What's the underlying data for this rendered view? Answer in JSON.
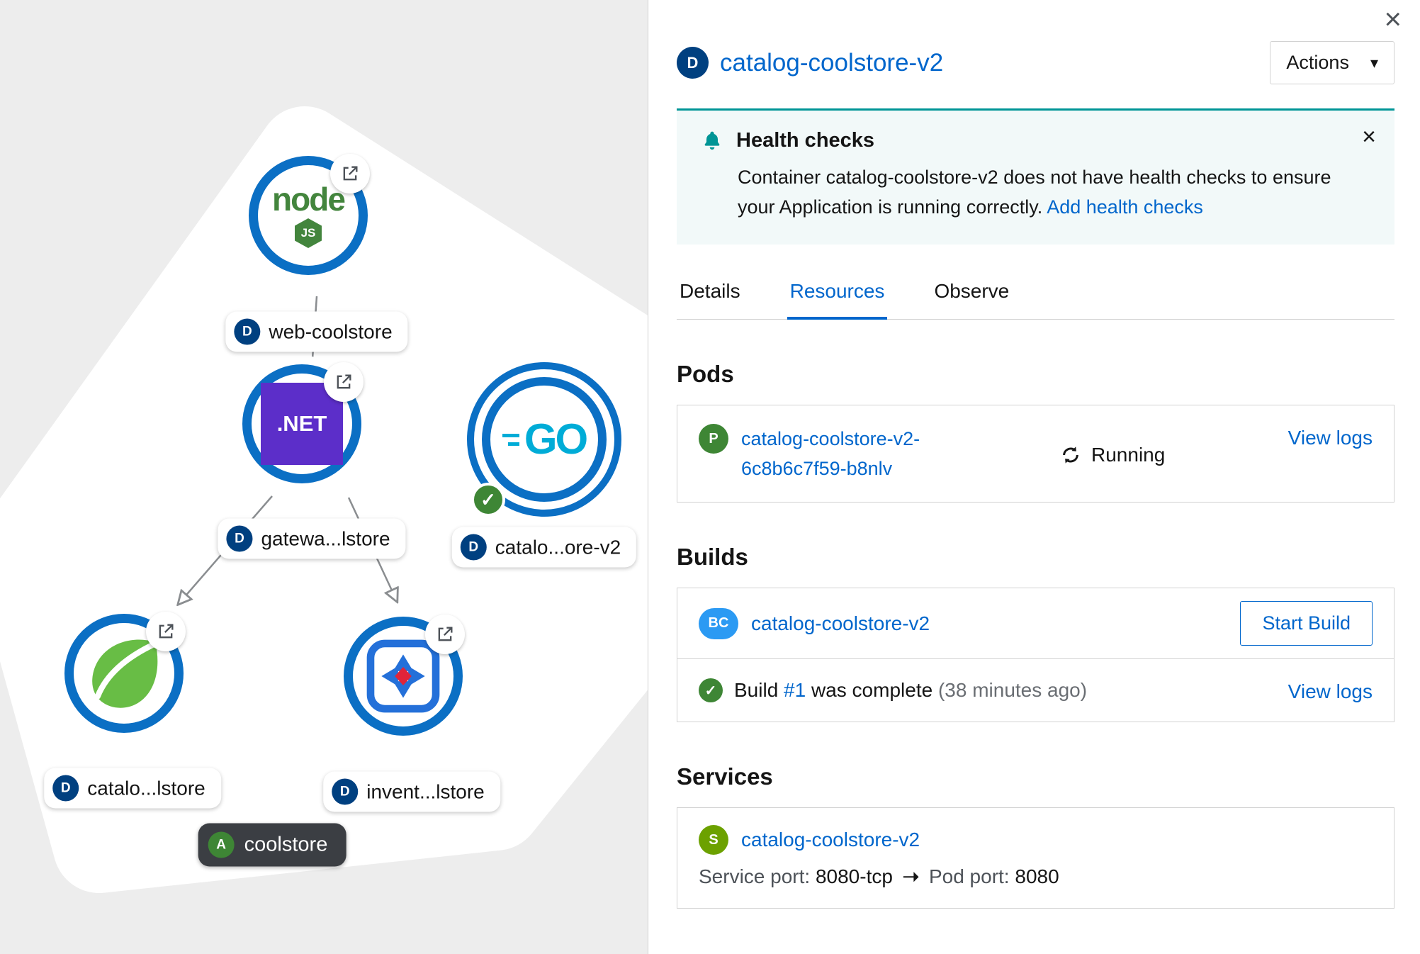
{
  "topology": {
    "app_label": {
      "badge": "A",
      "text": "coolstore"
    },
    "check_decorator": "✓",
    "nodes": [
      {
        "label": "web-coolstore",
        "badge": "D"
      },
      {
        "label": "gatewa...lstore",
        "badge": "D"
      },
      {
        "label": "catalo...ore-v2",
        "badge": "D"
      },
      {
        "label": "catalo...lstore",
        "badge": "D"
      },
      {
        "label": "invent...lstore",
        "badge": "D"
      }
    ],
    "logos": {
      "nodejs_word": "node",
      "nodejs_js": "JS",
      "dotnet": ".NET",
      "go": "GO"
    }
  },
  "panel": {
    "close_icon": "×",
    "header": {
      "badge": "D",
      "title": "catalog-coolstore-v2",
      "actions_label": "Actions",
      "caret": "▾"
    },
    "alert": {
      "title": "Health checks",
      "body": "Container catalog-coolstore-v2 does not have health checks to ensure your Application is running correctly.",
      "link": "Add health checks",
      "close_icon": "×"
    },
    "tabs": [
      {
        "label": "Details"
      },
      {
        "label": "Resources"
      },
      {
        "label": "Observe"
      }
    ],
    "pods": {
      "heading": "Pods",
      "pod": {
        "badge": "P",
        "name": "catalog-coolstore-v2-6c8b6c7f59-b8nlv",
        "status": "Running",
        "view_logs": "View logs"
      }
    },
    "builds": {
      "heading": "Builds",
      "config": {
        "badge": "BC",
        "name": "catalog-coolstore-v2",
        "start_build_label": "Start Build"
      },
      "latest": {
        "check": "✓",
        "prefix": "Build",
        "number": "#1",
        "suffix": "was complete",
        "ago": "(38 minutes ago)",
        "view_logs": "View logs"
      }
    },
    "services": {
      "heading": "Services",
      "service": {
        "badge": "S",
        "name": "catalog-coolstore-v2",
        "port_label": "Service port:",
        "port_value": "8080-tcp",
        "arrow": "➝",
        "pod_port_label": "Pod port:",
        "pod_port_value": "8080"
      }
    }
  }
}
